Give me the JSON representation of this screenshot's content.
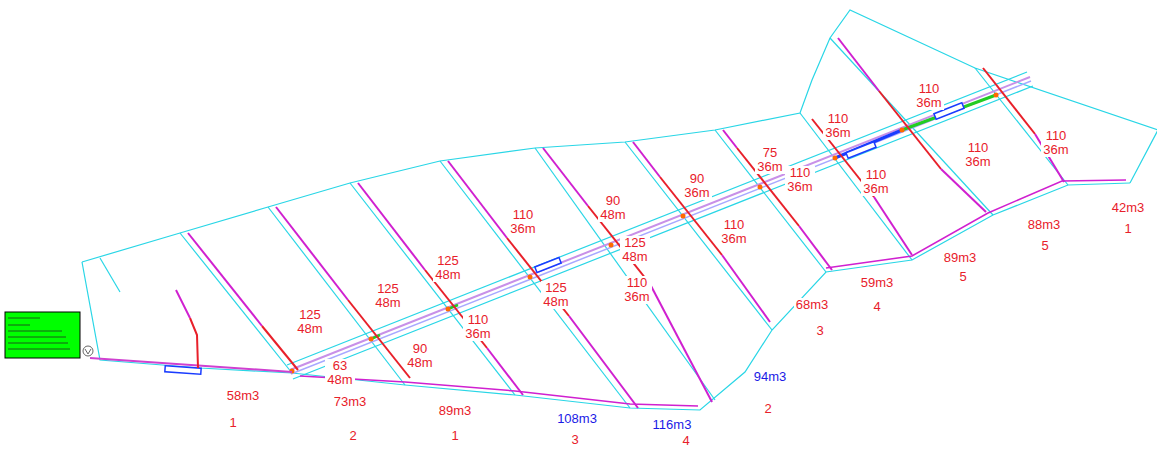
{
  "diagram": {
    "labels": [
      "125 48m",
      "63 48m",
      "125 48m",
      "90 48m",
      "125 48m",
      "110 36m",
      "110 36m",
      "125 48m",
      "90 48m",
      "125 48m",
      "110 36m",
      "90 36m",
      "110 36m",
      "75 36m",
      "110 36m",
      "110 36m",
      "110 36m",
      "110 36m",
      "110 36m",
      "110 36m",
      "58m3",
      "1",
      "73m3",
      "2",
      "89m3",
      "1",
      "108m3",
      "3",
      "116m3",
      "4",
      "94m3",
      "2",
      "68m3",
      "3",
      "59m3",
      "4",
      "89m3",
      "5",
      "88m3",
      "5",
      "42m3",
      "1"
    ]
  }
}
